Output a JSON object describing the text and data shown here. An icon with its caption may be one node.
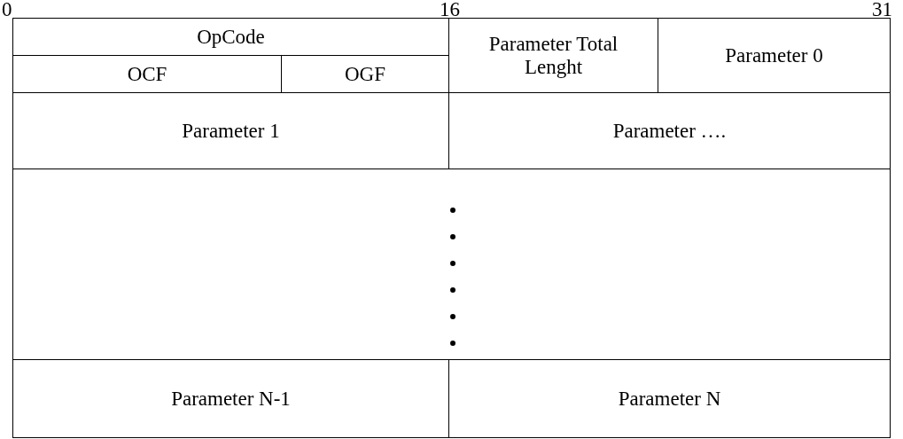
{
  "diagram": {
    "nodes": [
      {
        "text": [
          "OpCode"
        ]
      },
      {
        "text": [
          "OCF"
        ]
      },
      {
        "text": [
          "OGF"
        ]
      },
      {
        "text": [
          "Parameter Total Lenght"
        ]
      },
      {
        "text": [
          "Parameter 0"
        ]
      },
      {
        "text": [
          "Parameter 1"
        ]
      },
      {
        "text": [
          "Parameter …."
        ]
      },
      {
        "text": [],
        "shape": "box"
      },
      {
        "text": [
          "Parameter N-1"
        ]
      },
      {
        "text": [
          "Parameter N"
        ]
      }
    ],
    "labels": [
      "0",
      "16",
      "31"
    ]
  }
}
